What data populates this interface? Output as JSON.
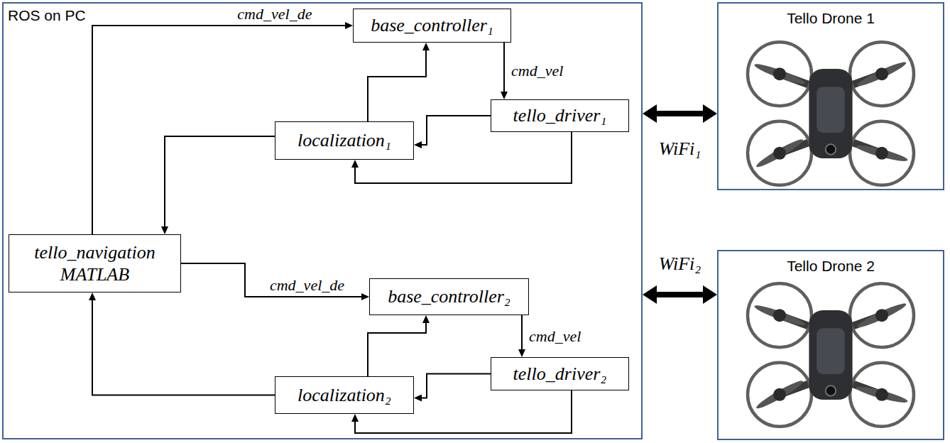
{
  "diagram": {
    "nodes": [
      {
        "text": [
          "ROS on PC"
        ]
      },
      {
        "text": [
          "base_controller₁"
        ],
        "in": 0
      },
      {
        "text": [
          "tello_driver₁"
        ],
        "in": 0
      },
      {
        "text": [
          "localization₁"
        ],
        "in": 0
      },
      {
        "text": [
          "tello_navigation MATLAB"
        ],
        "in": 0
      },
      {
        "text": [
          "base_controller₂"
        ],
        "in": 0
      },
      {
        "text": [
          "tello_driver₂"
        ],
        "in": 0
      },
      {
        "text": [
          "localization₂"
        ],
        "in": 0
      },
      {
        "text": [
          "Tello Drone 1"
        ]
      },
      {
        "text": [
          "Tello Drone 2"
        ]
      }
    ],
    "edges": [
      {
        "from": 4,
        "to": 1,
        "arrow": "to",
        "label": "cmd_vel_de"
      },
      {
        "from": 1,
        "to": 2,
        "arrow": "to",
        "label": "cmd_vel"
      },
      {
        "from": 2,
        "to": 3,
        "arrow": "to"
      },
      {
        "from": 2,
        "to": 3,
        "arrow": "to"
      },
      {
        "from": 3,
        "to": 1,
        "arrow": "to"
      },
      {
        "from": 3,
        "to": 4,
        "arrow": "to"
      },
      {
        "from": 4,
        "to": 5,
        "arrow": "to",
        "label": "cmd_vel_de"
      },
      {
        "from": 5,
        "to": 6,
        "arrow": "to",
        "label": "cmd_vel"
      },
      {
        "from": 6,
        "to": 7,
        "arrow": "to"
      },
      {
        "from": 6,
        "to": 7,
        "arrow": "to"
      },
      {
        "from": 7,
        "to": 5,
        "arrow": "to"
      },
      {
        "from": 7,
        "to": 4,
        "arrow": "to"
      },
      {
        "from": 0,
        "to": 8,
        "arrow": "both",
        "label": "WiFi₁"
      },
      {
        "from": 0,
        "to": 9,
        "arrow": "both",
        "label": "WiFi₂"
      }
    ]
  }
}
